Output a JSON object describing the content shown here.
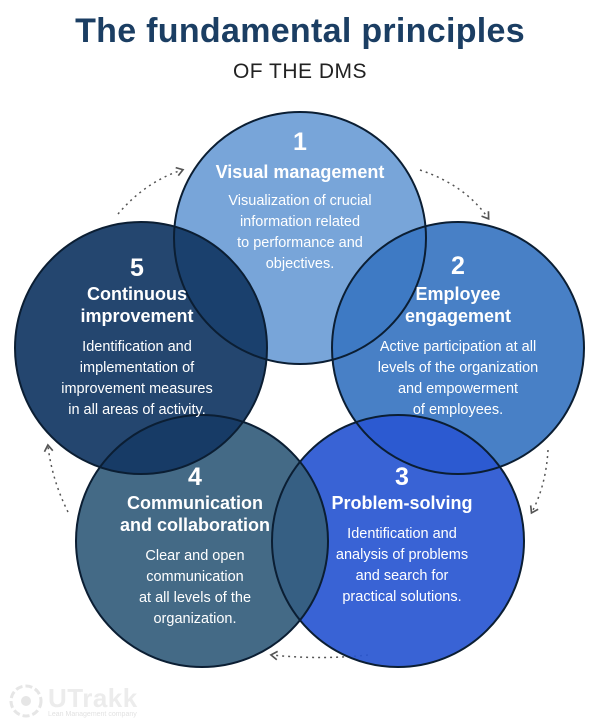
{
  "header": {
    "title": "The fundamental principles",
    "subtitle": "OF THE DMS"
  },
  "principles": [
    {
      "number": "1",
      "title": "Visual management",
      "description": "Visualization of crucial\ninformation related\nto performance and\nobjectives.",
      "color": "#6e9ed6"
    },
    {
      "number": "2",
      "title": "Employee\nengagement",
      "description": "Active participation at all\nlevels of the organization\nand empowerment\nof employees.",
      "color": "#3a76c2"
    },
    {
      "number": "3",
      "title": "Problem-solving",
      "description": "Identification and\nanalysis of problems\nand search for\npractical solutions.",
      "color": "#2a57d2"
    },
    {
      "number": "4",
      "title": "Communication\nand collaboration",
      "description": "Clear and open\ncommunication\nat all levels of the\norganization.",
      "color": "#365f7d"
    },
    {
      "number": "5",
      "title": "Continuous\nimprovement",
      "description": "Identification and\nimplementation of\nimprovement measures\nin all areas of activity.",
      "color": "#133864"
    }
  ],
  "logo": {
    "name": "UTrakk",
    "tagline": "Lean Management company",
    "icon": "utrakk-logo-icon"
  }
}
